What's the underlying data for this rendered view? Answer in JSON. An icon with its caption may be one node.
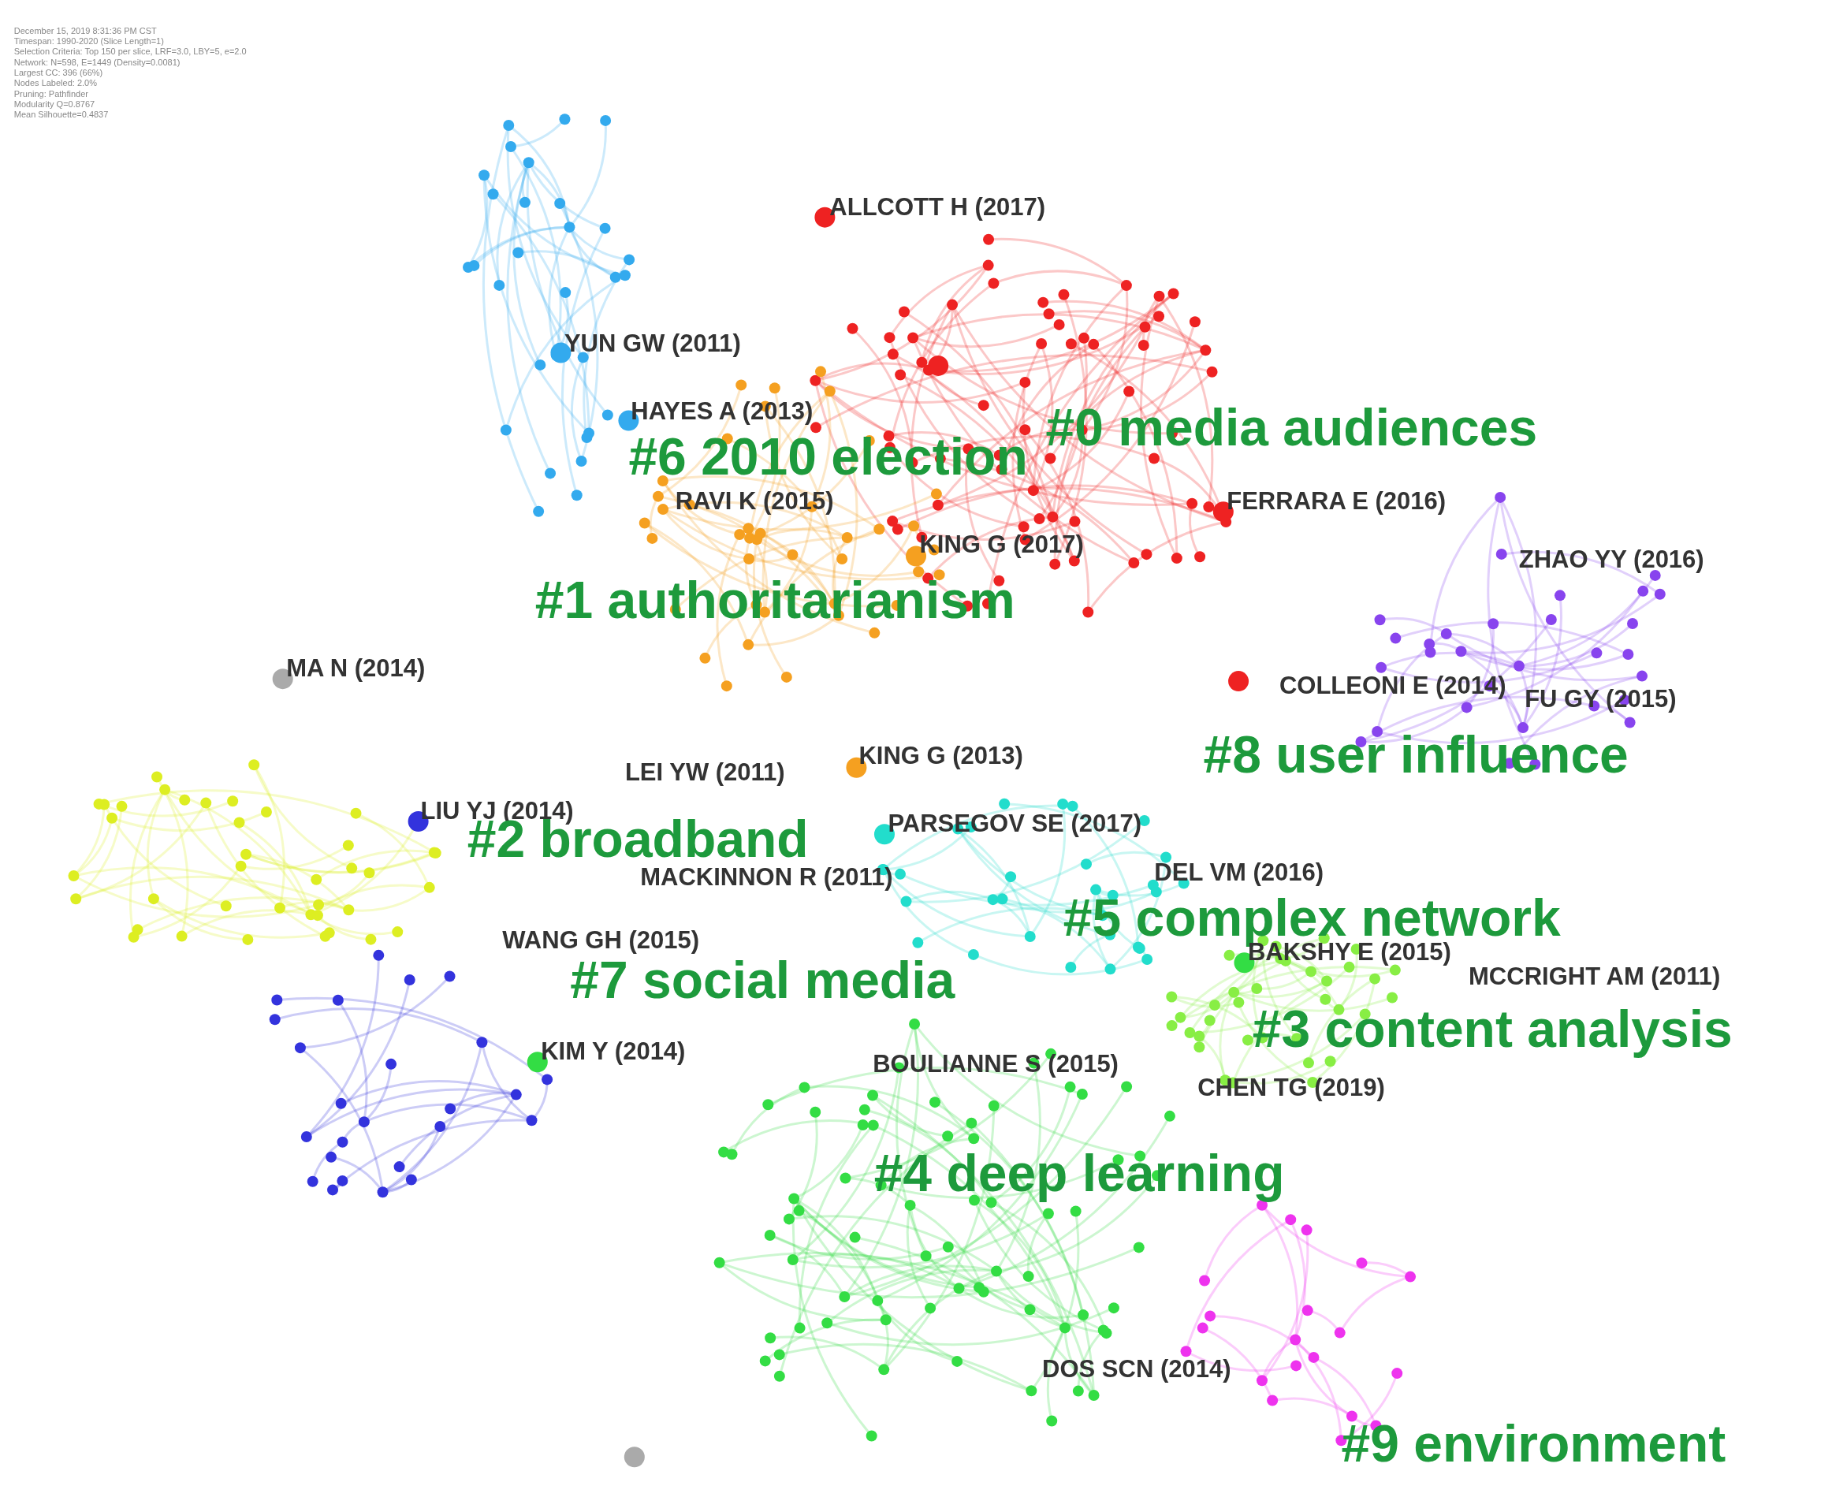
{
  "diagram": {
    "labels": [
      "December 15, 2019 8:31:36 PM CST",
      "Timespan: 1990-2020 (Slice Length=1)",
      "Selection Criteria: Top 150 per slice, LRF=3.0, LBY=5, e=2.0",
      "Network: N=598, E=1449 (Density=0.0081)",
      "Largest CC: 396 (66%)",
      "Nodes Labeled: 2.0%",
      "Pruning: Pathfinder",
      "Modularity Q=0.8767",
      "Mean Silhouette=0.4837",
      "ALLCOTT H (2017)",
      "YUN GW (2011)",
      "HAYES A (2013)",
      "#0 media audiences",
      "#6 2010 election",
      "RAVI K (2015)",
      "FERRARA E (2016)",
      "KING G (2017)",
      "ZHAO YY (2016)",
      "#1 authoritarianism",
      "MA N (2014)",
      "COLLEONI E (2014)",
      "FU GY (2015)",
      "#8 user influence",
      "KING G (2013)",
      "LEI YW (2011)",
      "LIU YJ (2014)",
      "#2 broadband",
      "PARSEGOV SE (2017)",
      "MACKINNON R (2011)",
      "DEL VM (2016)",
      "#5 complex network",
      "WANG GH (2015)",
      "BAKSHY E (2015)",
      "#7 social media",
      "MCCRIGHT AM (2011)",
      "#3 content analysis",
      "KIM Y (2014)",
      "BOULIANNE S (2015)",
      "CHEN TG (2019)",
      "#4 deep learning",
      "DOS SCN (2014)",
      "#9 environment"
    ]
  }
}
